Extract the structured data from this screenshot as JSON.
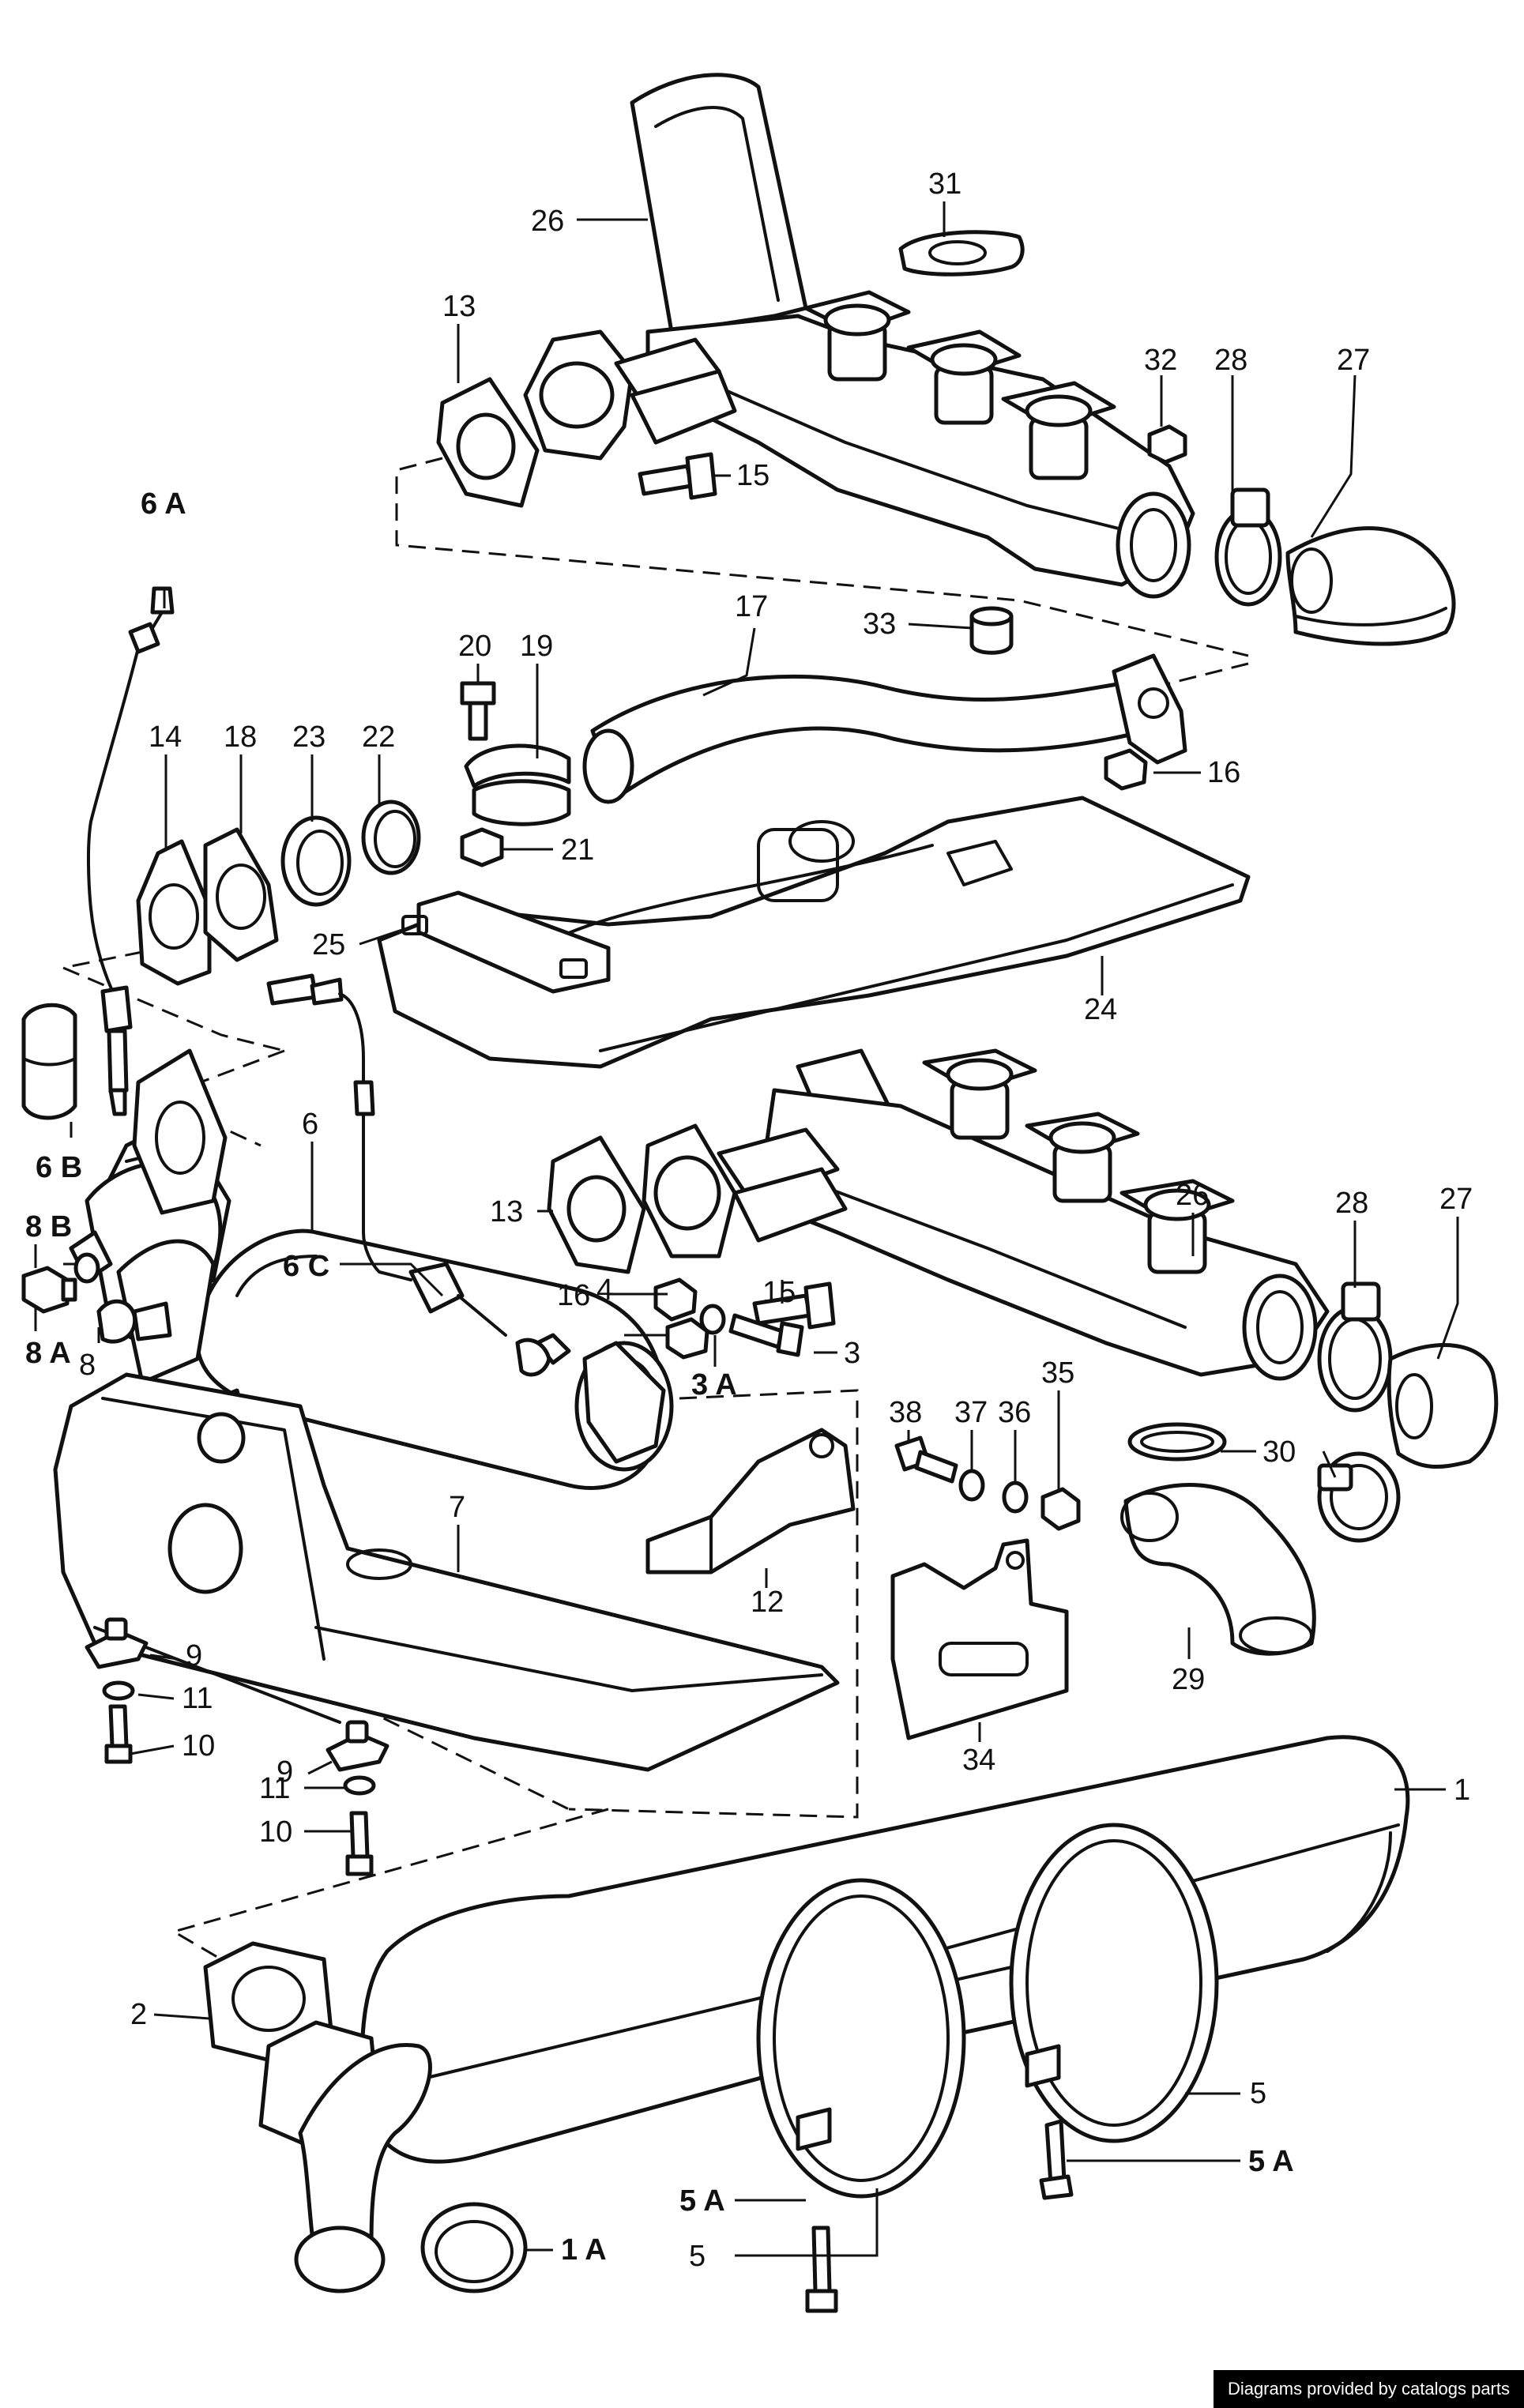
{
  "labels": {
    "l1": "1",
    "l1A": "1 A",
    "l2": "2",
    "l3": "3",
    "l3A": "3 A",
    "l4": "4",
    "l5a": "5",
    "l5b": "5",
    "l5Aa": "5 A",
    "l5Ab": "5 A",
    "l6": "6",
    "l6A": "6 A",
    "l6B": "6 B",
    "l6C": "6 C",
    "l7": "7",
    "l8": "8",
    "l8A": "8 A",
    "l8B": "8 B",
    "l9a": "9",
    "l9b": "9",
    "l10a": "10",
    "l10b": "10",
    "l11a": "11",
    "l11b": "11",
    "l12": "12",
    "l13a": "13",
    "l13b": "13",
    "l14": "14",
    "l15a": "15",
    "l15b": "15",
    "l16a": "16",
    "l16b": "16",
    "l17": "17",
    "l18": "18",
    "l19": "19",
    "l20": "20",
    "l21": "21",
    "l22": "22",
    "l23": "23",
    "l24": "24",
    "l25": "25",
    "l26a": "26",
    "l26b": "26",
    "l27a": "27",
    "l27b": "27",
    "l28a": "28",
    "l28b": "28",
    "l29": "29",
    "l30": "30",
    "l31": "31",
    "l32": "32",
    "l33": "33",
    "l34": "34",
    "l35": "35",
    "l36": "36",
    "l37": "37",
    "l38": "38"
  },
  "credit": "Diagrams provided by catalogs parts"
}
